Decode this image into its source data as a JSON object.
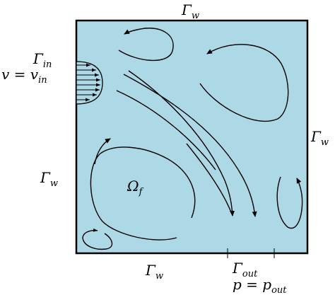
{
  "diagram": {
    "fluid_color": "#add8e6",
    "line_color": "#000000",
    "labels": {
      "top_wall": {
        "sym": "Γ",
        "sub": "w"
      },
      "right_wall": {
        "sym": "Γ",
        "sub": "w"
      },
      "left_wall": {
        "sym": "Γ",
        "sub": "w"
      },
      "bottom_wall": {
        "sym": "Γ",
        "sub": "w"
      },
      "inlet": {
        "sym": "Γ",
        "sub": "in"
      },
      "inlet_bc": {
        "lhs": "v = v",
        "sub": "in"
      },
      "domain": {
        "sym": "Ω",
        "sub": "f"
      },
      "outlet": {
        "sym": "Γ",
        "sub": "out"
      },
      "outlet_bc": {
        "lhs": "p = p",
        "sub": "out"
      }
    }
  }
}
